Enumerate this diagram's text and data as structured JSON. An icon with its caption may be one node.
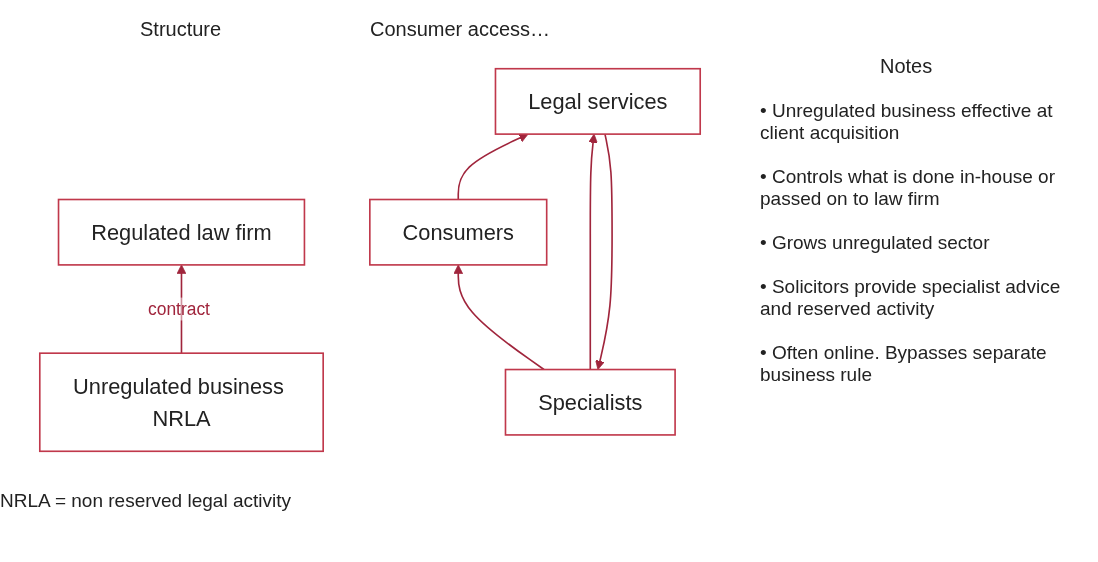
{
  "diagram": {
    "nodes": [
      {
        "text": [
          "Regulated law firm"
        ]
      },
      {
        "text": [
          "Unregulated business NRLA"
        ]
      },
      {
        "text": [
          "Specialists"
        ]
      },
      {
        "text": [
          "Legal services"
        ]
      },
      {
        "text": [
          "Consumers"
        ]
      }
    ],
    "edges": [
      {
        "from": 1,
        "to": 0,
        "arrow": "to",
        "label": "contract"
      },
      {
        "from": 4,
        "to": 3,
        "arrow": "to"
      },
      {
        "from": 3,
        "to": 2,
        "arrow": "to"
      },
      {
        "from": 2,
        "to": 3,
        "arrow": "to"
      },
      {
        "from": 2,
        "to": 4,
        "arrow": "to"
      }
    ],
    "labels": [
      "Structure",
      "Consumer access…",
      "Notes",
      "• Unregulated business effective at client acquisition",
      "• Controls what is done in-house or passed on to law firm",
      "• Grows unregulated sector",
      "• Solicitors provide specialist advice and reserved activity",
      "• Often online. Bypasses separate business rule",
      "NRLA = non reserved legal activity"
    ]
  }
}
